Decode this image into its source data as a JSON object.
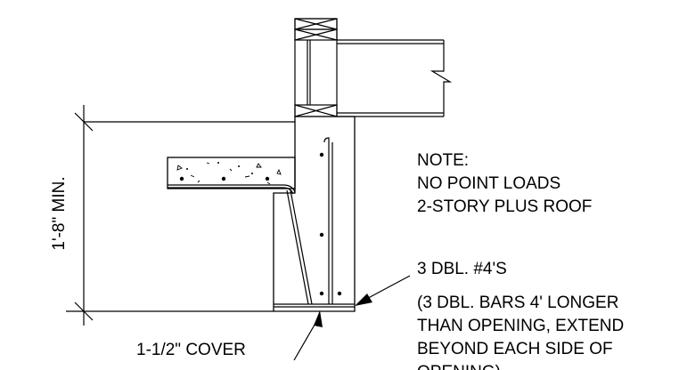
{
  "dimension": {
    "label": "1'-8\" MIN."
  },
  "note": {
    "lines": [
      "NOTE:",
      "NO POINT LOADS",
      "2-STORY PLUS ROOF"
    ]
  },
  "rebar_callout": {
    "lines": [
      "3 DBL. #4'S",
      "(3 DBL. BARS 4' LONGER",
      "THAN OPENING, EXTEND",
      "BEYOND EACH SIDE OF",
      "OPENING)"
    ]
  },
  "cover_callout": {
    "label": "1-1/2\" COVER"
  }
}
